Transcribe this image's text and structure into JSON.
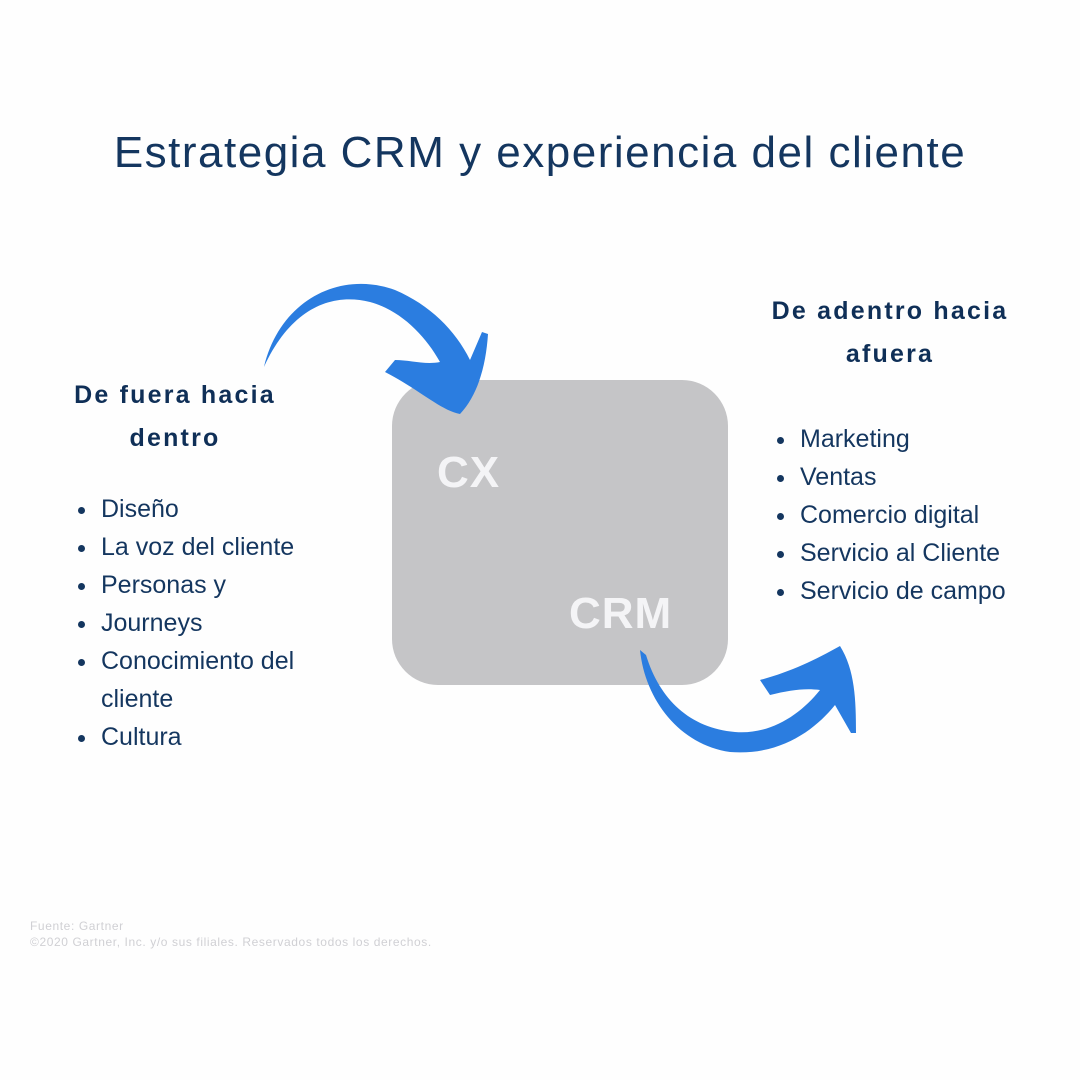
{
  "title": "Estrategia CRM y experiencia del cliente",
  "left": {
    "heading_line1": "De fuera hacia",
    "heading_line2": "dentro",
    "items": [
      "Diseño",
      "La voz del cliente",
      "Personas y",
      "Journeys",
      "Conocimiento del",
      "cliente",
      "Cultura"
    ]
  },
  "right": {
    "heading_line1": "De adentro hacia",
    "heading_line2": "afuera",
    "items": [
      "Marketing",
      "Ventas",
      "Comercio digital",
      "Servicio al Cliente",
      "Servicio de campo"
    ]
  },
  "center": {
    "label_top": "CX",
    "label_bottom": "CRM"
  },
  "footer": {
    "source": "Fuente: Gartner",
    "copyright": "©2020 Gartner, Inc. y/o sus filiales. Reservados todos los derechos."
  },
  "colors": {
    "arrow": "#2b7de0",
    "box": "#c5c5c7",
    "text": "#14365f"
  }
}
